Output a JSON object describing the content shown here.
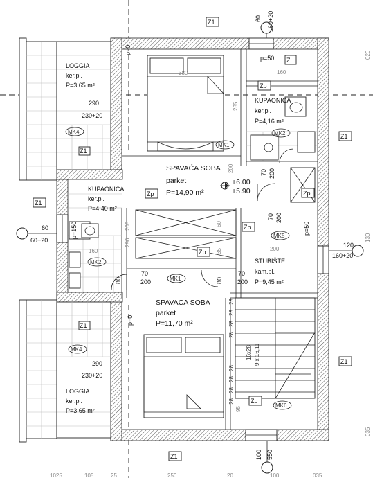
{
  "rooms": {
    "bedroom1": {
      "name": "SPAVAĆA SOBA",
      "floor": "parket",
      "area": "P=14,90 m²",
      "mark": "MK1"
    },
    "bedroom2": {
      "name": "SPAVAĆA SOBA",
      "floor": "parket",
      "area": "P=11,70 m²",
      "mark": "MK1"
    },
    "bathroom1": {
      "name": "KUPAONICA",
      "floor": "ker.pl.",
      "area": "P=4,16 m²",
      "mark": "MK2"
    },
    "bathroom2": {
      "name": "KUPAONICA",
      "floor": "ker.pl.",
      "area": "P=4,40 m²",
      "mark": "MK2"
    },
    "stairs": {
      "name": "STUBIŠTE",
      "floor": "kam.pl.",
      "area": "P=9,45 m²",
      "mark": "MK5",
      "mark2": "MK6",
      "step1": "16x28",
      "step2": "9 x 16,11"
    },
    "loggia1": {
      "name": "LOGGIA",
      "floor": "ker.pl.",
      "area": "P=3,65 m²",
      "mark": "MK4",
      "dim1": "290",
      "dim2": "230+20"
    },
    "loggia2": {
      "name": "LOGGIA",
      "floor": "ker.pl.",
      "area": "P=3,65 m²",
      "mark": "MK4",
      "dim1": "290",
      "dim2": "230+20"
    },
    "bedroom1_mark2": "MK1"
  },
  "tags": {
    "z1": "Z1",
    "zp": "Zp",
    "zi": "Zi",
    "zu": "Zu"
  },
  "levels": {
    "top": "+6.00",
    "bottom": "+5.90"
  },
  "dimensions": {
    "top_window_a": "60",
    "top_window_b": "160+20",
    "left_window_a": "60",
    "left_window_b": "60+20",
    "right_window_a": "120",
    "right_window_b": "160+20",
    "bottom_window_a": "100",
    "bottom_window_b": "550",
    "door1_a": "70",
    "door1_b": "200",
    "door2_a": "70",
    "door2_b": "200",
    "door3_a": "70",
    "door3_b": "200",
    "door4_a": "70",
    "door4_b": "200",
    "door5_a": "80",
    "door5_b": "80",
    "p50_top": "p=50",
    "p50_right": "p=50",
    "p0_top": "p=0",
    "p0_mid": "p=0",
    "p150": "p=150",
    "len_380": "380",
    "len_160a": "160",
    "len_160b": "160",
    "len_285": "285",
    "len_200a": "200",
    "len_200b": "200",
    "len_205": "205",
    "len_60a": "60",
    "len_290": "290",
    "len_95": "95",
    "len_35": "35",
    "bottom_row": [
      "1025",
      "105",
      "25",
      "250",
      "20",
      "100",
      "035"
    ],
    "right_edge": [
      "130",
      "020",
      "035"
    ]
  },
  "steps": [
    "28",
    "28",
    "28",
    "28",
    "28",
    "28",
    "28",
    "28"
  ]
}
